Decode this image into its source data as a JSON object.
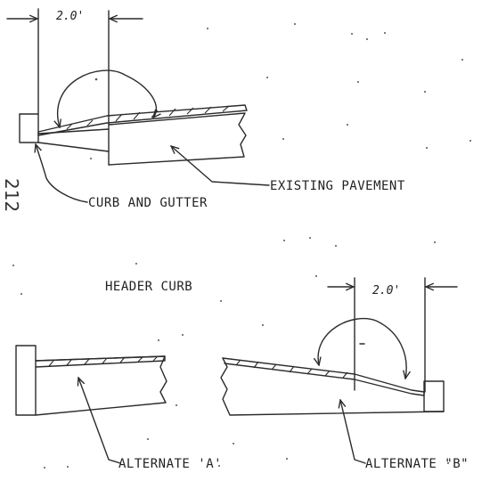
{
  "dimension_top": "2.0'",
  "dimension_bottom": "2.0'",
  "labels": {
    "curb_and_gutter": "CURB AND GUTTER",
    "existing_pavement": "EXISTING PAVEMENT",
    "header_curb": "HEADER CURB",
    "alternate_a": "ALTERNATE 'A'",
    "alternate_b": "ALTERNATE \"B\""
  },
  "page_number": "212",
  "colors": {
    "ink": "#2b2b2b",
    "paper": "#ffffff"
  }
}
